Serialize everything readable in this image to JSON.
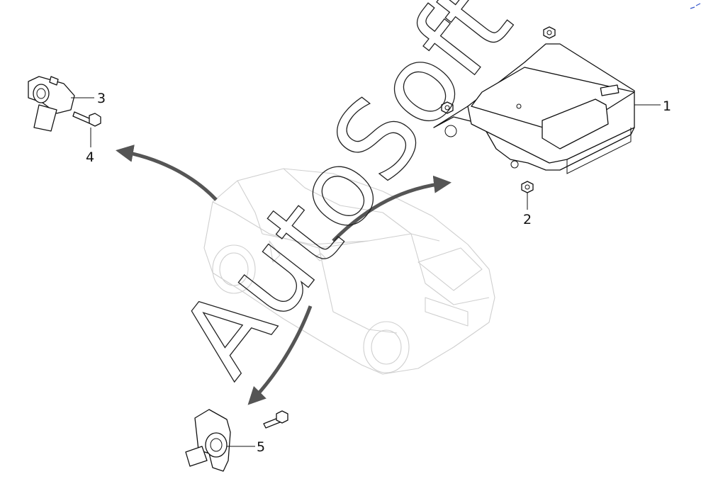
{
  "callouts": [
    {
      "id": "1",
      "label": "1"
    },
    {
      "id": "2",
      "label": "2"
    },
    {
      "id": "3",
      "label": "3"
    },
    {
      "id": "4",
      "label": "4"
    },
    {
      "id": "5",
      "label": "5"
    }
  ],
  "watermark": {
    "text": "AutoSoft"
  },
  "colors": {
    "arrow": "#555555",
    "car_outline": "#cfcfcf",
    "line": "#111111"
  }
}
